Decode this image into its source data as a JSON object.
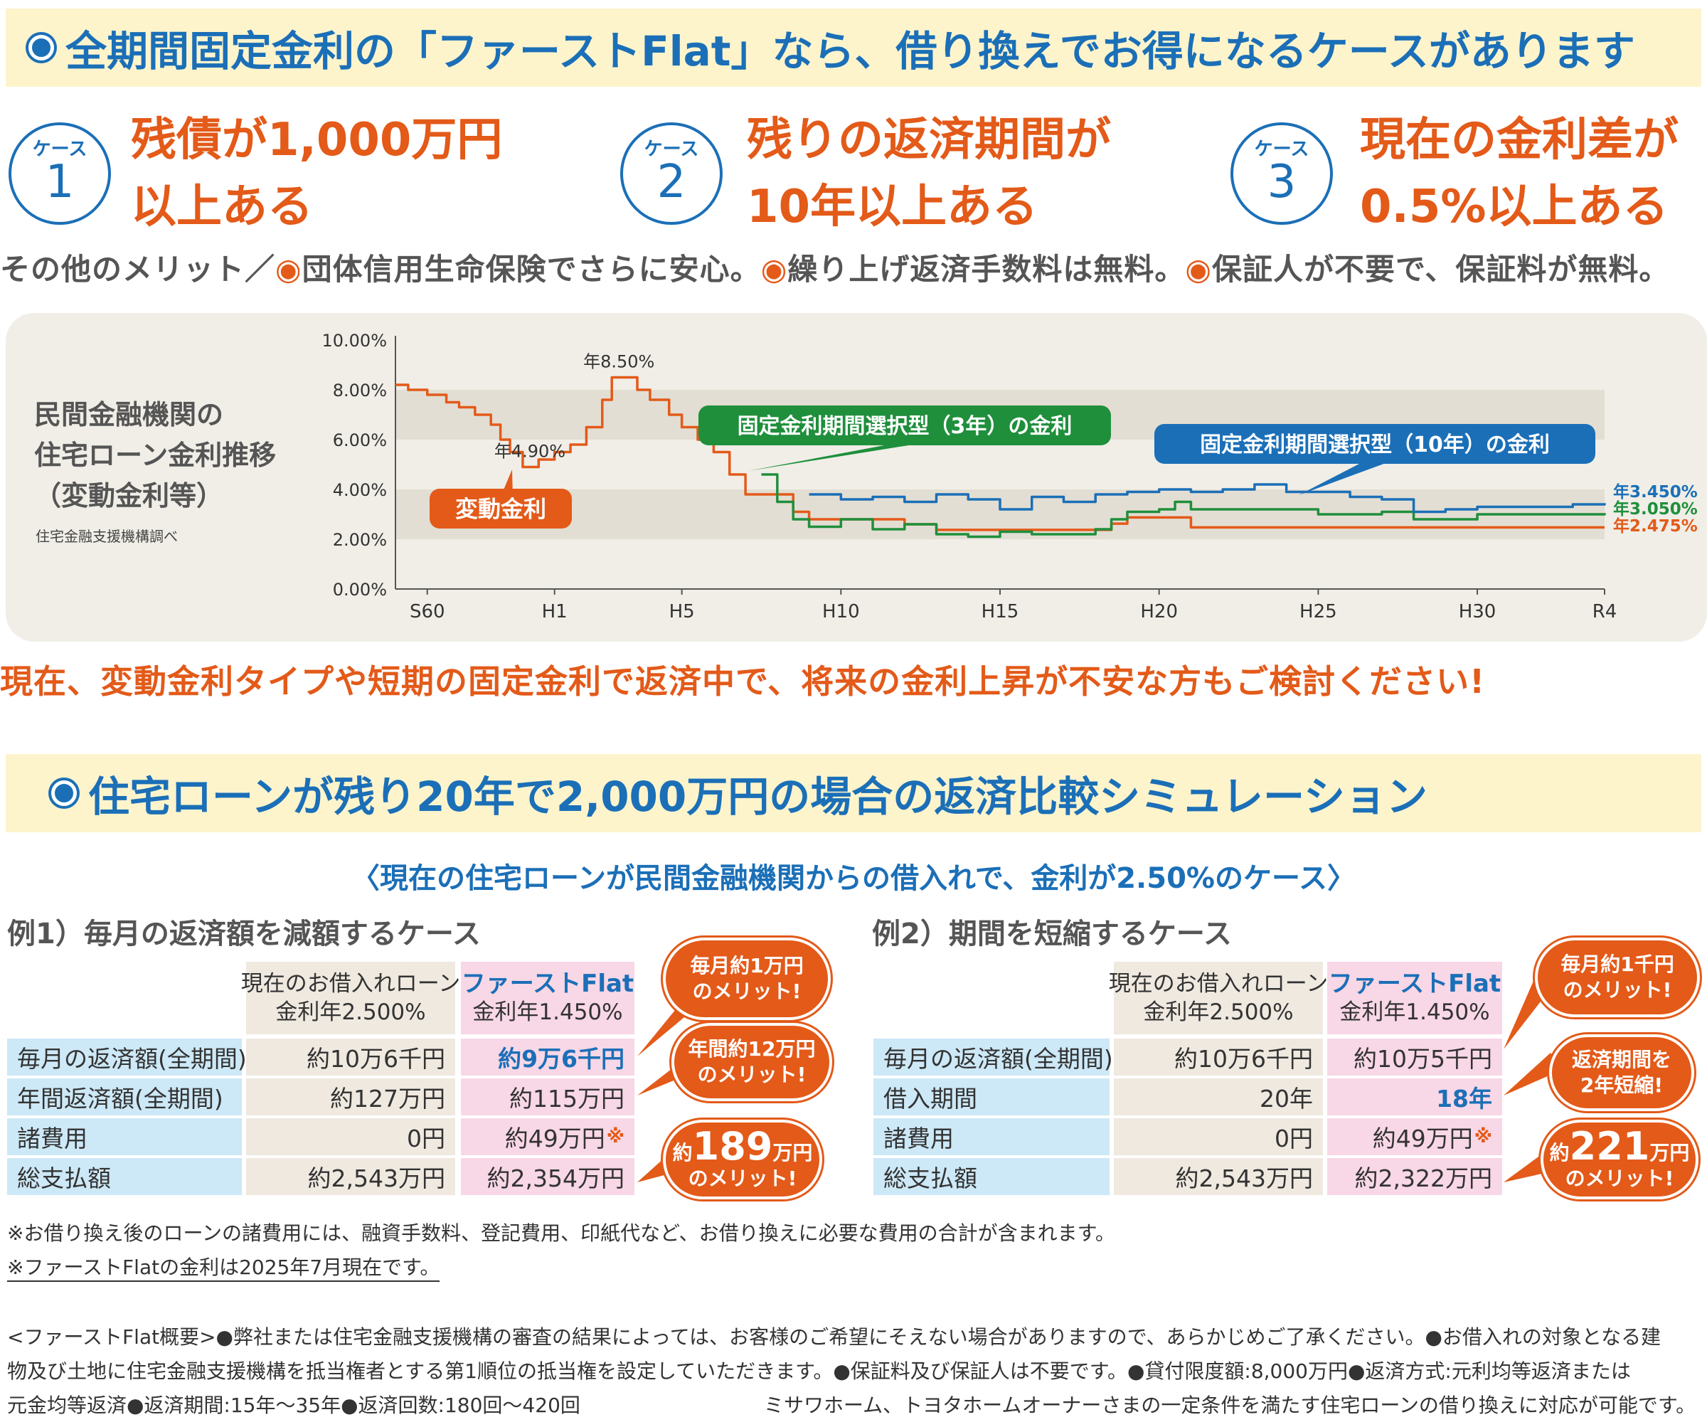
{
  "banner1": {
    "text": "全期間固定金利の「ファーストFlat」なら、借り換えでお得になるケースがあります"
  },
  "cases": [
    {
      "label": "ケース",
      "num": "1",
      "line1": "残債が1,000万円",
      "line2": "以上ある"
    },
    {
      "label": "ケース",
      "num": "2",
      "line1": "残りの返済期間が",
      "line2": "10年以上ある"
    },
    {
      "label": "ケース",
      "num": "3",
      "line1": "現在の金利差が",
      "line2": "0.5%以上ある"
    }
  ],
  "merits": {
    "prefix": "その他のメリット／",
    "items": [
      "団体信用生命保険でさらに安心。",
      "繰り上げ返済手数料は無料。",
      "保証人が不要で、保証料が無料。"
    ]
  },
  "chart_data": {
    "type": "line",
    "title_lines": [
      "民間金融機関の",
      "住宅ローン金利推移",
      "（変動金利等）"
    ],
    "source": "住宅金融支援機構調べ",
    "y_ticks": [
      "10.00%",
      "8.00%",
      "6.00%",
      "4.00%",
      "2.00%",
      "0.00%"
    ],
    "x_ticks": [
      "S60",
      "H1",
      "H5",
      "H10",
      "H15",
      "H20",
      "H25",
      "H30",
      "R4"
    ],
    "ylim": [
      0,
      10
    ],
    "xlim": [
      1984,
      2022
    ],
    "bands": [
      [
        2,
        4
      ],
      [
        6,
        8
      ]
    ],
    "series": [
      {
        "name": "変動金利",
        "color": "#e35a19",
        "end_label": "年2.475%",
        "points": [
          [
            1984,
            8.2
          ],
          [
            1984.4,
            8.0
          ],
          [
            1985,
            7.8
          ],
          [
            1985.6,
            7.5
          ],
          [
            1986,
            7.3
          ],
          [
            1986.5,
            7.0
          ],
          [
            1987,
            6.6
          ],
          [
            1987.3,
            6.0
          ],
          [
            1987.6,
            5.5
          ],
          [
            1988,
            4.9
          ],
          [
            1988.5,
            5.2
          ],
          [
            1989,
            5.5
          ],
          [
            1989.5,
            5.8
          ],
          [
            1990,
            6.5
          ],
          [
            1990.5,
            7.6
          ],
          [
            1990.8,
            8.5
          ],
          [
            1991.2,
            8.5
          ],
          [
            1991.6,
            8.0
          ],
          [
            1992,
            7.6
          ],
          [
            1992.6,
            7.0
          ],
          [
            1993,
            6.5
          ],
          [
            1993.5,
            6.0
          ],
          [
            1994,
            5.5
          ],
          [
            1994.5,
            4.6
          ],
          [
            1995,
            3.8
          ],
          [
            1996,
            3.8
          ],
          [
            1996.5,
            3.1
          ],
          [
            1997,
            2.8
          ],
          [
            2000,
            2.6
          ],
          [
            2001,
            2.375
          ],
          [
            2006,
            2.375
          ],
          [
            2006.5,
            2.625
          ],
          [
            2007,
            2.875
          ],
          [
            2008.5,
            2.875
          ],
          [
            2009,
            2.475
          ],
          [
            2022,
            2.475
          ]
        ]
      },
      {
        "name": "固定金利期間選択型（3年）の金利",
        "color": "#1f8f3c",
        "end_label": "年3.050%",
        "points": [
          [
            1995.5,
            4.6
          ],
          [
            1996,
            3.5
          ],
          [
            1996.5,
            2.8
          ],
          [
            1997,
            2.5
          ],
          [
            1998,
            2.8
          ],
          [
            1999,
            2.4
          ],
          [
            2000,
            2.6
          ],
          [
            2001,
            2.2
          ],
          [
            2002,
            2.1
          ],
          [
            2003,
            2.3
          ],
          [
            2004,
            2.2
          ],
          [
            2005,
            2.2
          ],
          [
            2006,
            2.4
          ],
          [
            2006.5,
            2.8
          ],
          [
            2007,
            3.1
          ],
          [
            2008,
            3.2
          ],
          [
            2008.5,
            3.5
          ],
          [
            2009,
            3.2
          ],
          [
            2011,
            3.2
          ],
          [
            2013,
            3.0
          ],
          [
            2015,
            3.1
          ],
          [
            2016,
            2.8
          ],
          [
            2018,
            3.0
          ],
          [
            2022,
            3.05
          ]
        ]
      },
      {
        "name": "固定金利期間選択型（10年）の金利",
        "color": "#1b6fb7",
        "end_label": "年3.450%",
        "points": [
          [
            1997,
            3.8
          ],
          [
            1998,
            3.6
          ],
          [
            1999,
            3.7
          ],
          [
            2000,
            3.5
          ],
          [
            2001,
            3.8
          ],
          [
            2002,
            3.6
          ],
          [
            2003,
            3.2
          ],
          [
            2004,
            3.7
          ],
          [
            2005,
            3.5
          ],
          [
            2006,
            3.8
          ],
          [
            2007,
            3.9
          ],
          [
            2008,
            4.0
          ],
          [
            2009,
            3.9
          ],
          [
            2010,
            4.0
          ],
          [
            2011,
            4.2
          ],
          [
            2012,
            3.9
          ],
          [
            2013,
            3.9
          ],
          [
            2014,
            3.7
          ],
          [
            2015,
            3.6
          ],
          [
            2016,
            3.1
          ],
          [
            2017,
            3.2
          ],
          [
            2018,
            3.3
          ],
          [
            2019,
            3.3
          ],
          [
            2020,
            3.3
          ],
          [
            2021,
            3.4
          ],
          [
            2022,
            3.45
          ]
        ]
      }
    ],
    "annotations": [
      {
        "text": "年8.50%",
        "x": 1990.8,
        "y": 8.5
      },
      {
        "text": "年4.90%",
        "x": 1988,
        "y": 4.9
      }
    ]
  },
  "warning": "現在、変動金利タイプや短期の固定金利で返済中で、将来の金利上昇が不安な方もご検討ください!",
  "banner2": {
    "text": "住宅ローンが残り20年で2,000万円の場合の返済比較シミュレーション"
  },
  "sim_subheader": "〈現在の住宅ローンが民間金融機関からの借入れで、金利が2.50%のケース〉",
  "example1": {
    "title": "例1）毎月の返済額を減額するケース",
    "header_current": [
      "現在のお借入れローン",
      "金利年2.500%"
    ],
    "header_ff": [
      "ファーストFlat",
      "金利年1.450%"
    ],
    "rows": [
      {
        "label": "毎月の返済額(全期間)",
        "current": "約10万6千円",
        "ff": "約9万6千円",
        "ff_highlight": true,
        "mark": ""
      },
      {
        "label": "年間返済額(全期間)",
        "current": "約127万円",
        "ff": "約115万円",
        "ff_highlight": false,
        "mark": ""
      },
      {
        "label": "諸費用",
        "current": "0円",
        "ff": "約49万円",
        "ff_highlight": false,
        "mark": "※"
      },
      {
        "label": "総支払額",
        "current": "約2,543万円",
        "ff": "約2,354万円",
        "ff_highlight": false,
        "mark": ""
      }
    ],
    "bubbles": [
      {
        "lines": [
          "毎月約1万円",
          "のメリット!"
        ]
      },
      {
        "lines": [
          "年間約12万円",
          "のメリット!"
        ]
      },
      {
        "pre": "約",
        "big": "189",
        "post": "万円",
        "sub": "のメリット!"
      }
    ]
  },
  "example2": {
    "title": "例2）期間を短縮するケース",
    "header_current": [
      "現在のお借入れローン",
      "金利年2.500%"
    ],
    "header_ff": [
      "ファーストFlat",
      "金利年1.450%"
    ],
    "rows": [
      {
        "label": "毎月の返済額(全期間)",
        "current": "約10万6千円",
        "ff": "約10万5千円",
        "ff_highlight": false,
        "mark": ""
      },
      {
        "label": "借入期間",
        "current": "20年",
        "ff": "18年",
        "ff_highlight": true,
        "mark": ""
      },
      {
        "label": "諸費用",
        "current": "0円",
        "ff": "約49万円",
        "ff_highlight": false,
        "mark": "※"
      },
      {
        "label": "総支払額",
        "current": "約2,543万円",
        "ff": "約2,322万円",
        "ff_highlight": false,
        "mark": ""
      }
    ],
    "bubbles": [
      {
        "lines": [
          "毎月約1千円",
          "のメリット!"
        ]
      },
      {
        "lines": [
          "返済期間を",
          "2年短縮!"
        ]
      },
      {
        "pre": "約",
        "big": "221",
        "post": "万円",
        "sub": "のメリット!"
      }
    ]
  },
  "notes": [
    "※お借り換え後のローンの諸費用には、融資手数料、登記費用、印紙代など、お借り換えに必要な費用の合計が含まれます。",
    "※ファーストFlatの金利は2025年7月現在です。"
  ],
  "footer": [
    "<ファーストFlat概要>●弊社または住宅金融支援機構の審査の結果によっては、お客様のご希望にそえない場合がありますので、あらかじめご了承ください。●お借入れの対象となる建",
    "物及び土地に住宅金融支援機構を抵当権者とする第1順位の抵当権を設定していただきます。●保証料及び保証人は不要です。●貸付限度額:8,000万円●返済方式:元利均等返済または",
    "元金均等返済●返済期間:15年〜35年●返済回数:180回〜420回",
    "ミサワホーム、トヨタホームオーナーさまの一定条件を満たす住宅ローンの借り換えに対応が可能です。"
  ]
}
